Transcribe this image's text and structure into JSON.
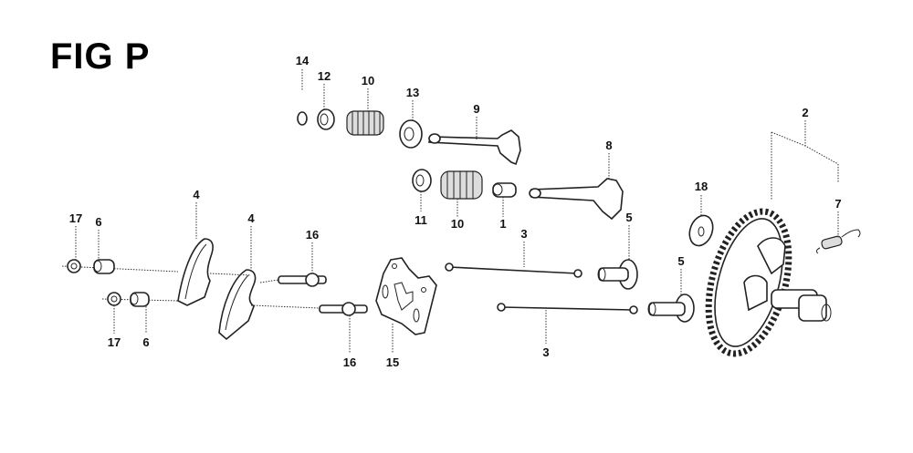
{
  "figure": {
    "title": "FIG P",
    "callouts": [
      {
        "id": "c14",
        "label": "14"
      },
      {
        "id": "c12",
        "label": "12"
      },
      {
        "id": "c10a",
        "label": "10"
      },
      {
        "id": "c13",
        "label": "13"
      },
      {
        "id": "c9",
        "label": "9"
      },
      {
        "id": "c8",
        "label": "8"
      },
      {
        "id": "c11",
        "label": "11"
      },
      {
        "id": "c10b",
        "label": "10"
      },
      {
        "id": "c1",
        "label": "1"
      },
      {
        "id": "c3a",
        "label": "3"
      },
      {
        "id": "c5a",
        "label": "5"
      },
      {
        "id": "c5b",
        "label": "5"
      },
      {
        "id": "c3b",
        "label": "3"
      },
      {
        "id": "c2",
        "label": "2"
      },
      {
        "id": "c7",
        "label": "7"
      },
      {
        "id": "c18",
        "label": "18"
      },
      {
        "id": "c4a",
        "label": "4"
      },
      {
        "id": "c4b",
        "label": "4"
      },
      {
        "id": "c17a",
        "label": "17"
      },
      {
        "id": "c6a",
        "label": "6"
      },
      {
        "id": "c16a",
        "label": "16"
      },
      {
        "id": "c17b",
        "label": "17"
      },
      {
        "id": "c6b",
        "label": "6"
      },
      {
        "id": "c16b",
        "label": "16"
      },
      {
        "id": "c15",
        "label": "15"
      }
    ]
  }
}
